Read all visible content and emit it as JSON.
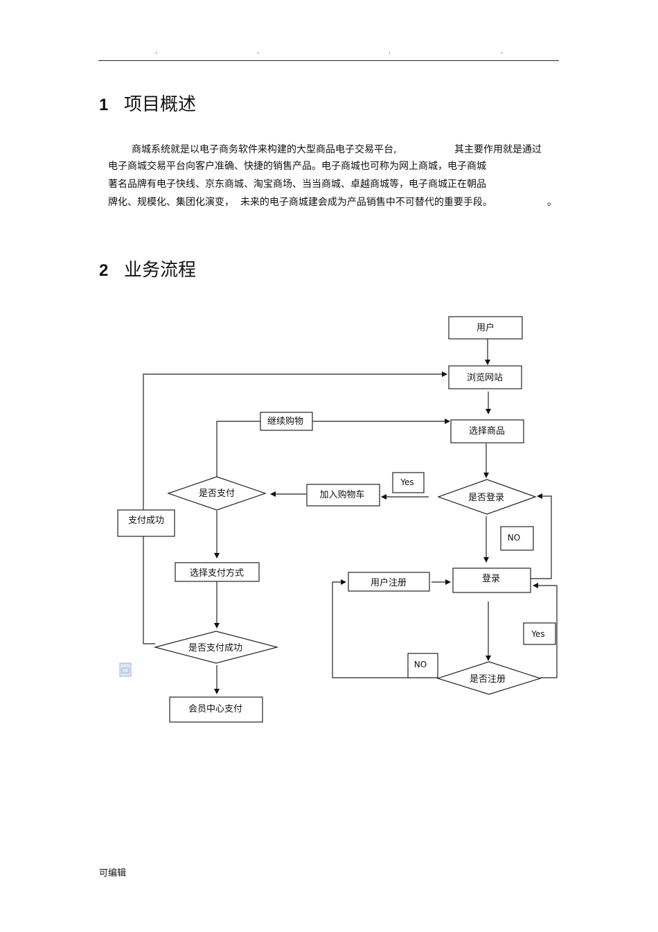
{
  "header": {
    "dots": [
      ".",
      ".",
      ".",
      "."
    ]
  },
  "sections": [
    {
      "number": "1",
      "title": "项目概述"
    },
    {
      "number": "2",
      "title": "业务流程"
    }
  ],
  "overview": {
    "lines": [
      "商城系统就是以电子商务软件来构建的大型商品电子交易平台,",
      "其主要作用就是通过",
      "电子商城交易平台向客户准确、快捷的销售产品。电子商城也可称为网上商城，电子商城",
      "著名品牌有电子快线、京东商城、淘宝商场、当当商城、卓越商城等，电子商城正在朝品",
      "牌化、规模化、集团化演变，  未来的电子商城建会成为产品销售中不可替代的重要手段。",
      "。"
    ]
  },
  "flowchart": {
    "nodes": {
      "user": "用户",
      "browse": "浏览网站",
      "select_product": "选择商品",
      "continue_shopping": "继续购物",
      "is_logged_in": "是否登录",
      "add_to_cart": "加入购物车",
      "is_paid": "是否支付",
      "payment_success": "支付成功",
      "select_payment": "选择支付方式",
      "is_payment_success": "是否支付成功",
      "member_center_pay": "会员中心支付",
      "register": "用户注册",
      "login": "登录",
      "is_registered": "是否注册"
    },
    "labels": {
      "yes_login": "Yes",
      "no_login": "NO",
      "yes_register": "Yes",
      "no_register": "NO"
    }
  },
  "footer": {
    "text": "可编辑"
  }
}
